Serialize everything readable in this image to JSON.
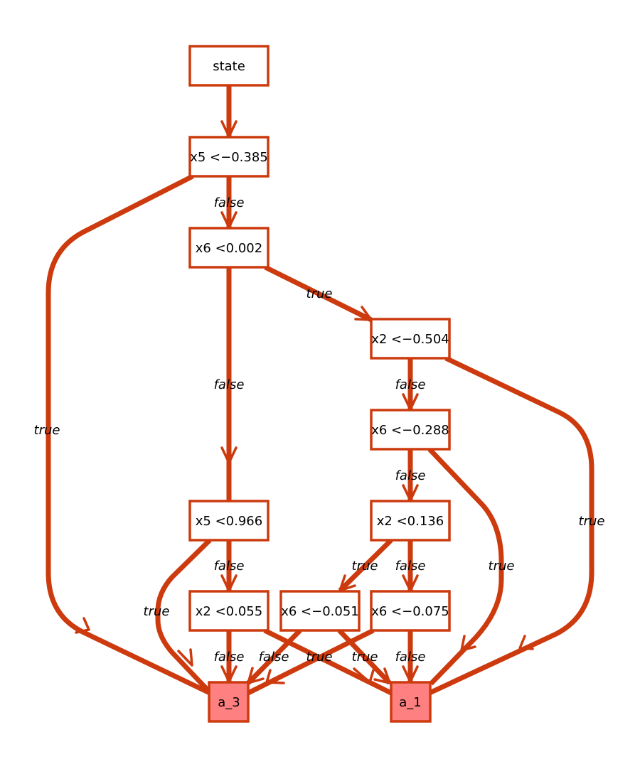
{
  "colors": {
    "edge": "#cc3a0e",
    "node_fill": "#ffffff",
    "leaf_fill": "#ff8080"
  },
  "nodes": {
    "state": {
      "label": "state"
    },
    "n1": {
      "label": "x5 <−0.385"
    },
    "n2": {
      "label": "x6 <0.002"
    },
    "n3": {
      "label": "x2 <−0.504"
    },
    "n4": {
      "label": "x6 <−0.288"
    },
    "n5": {
      "label": "x2 <0.136"
    },
    "n6": {
      "label": "x5 <0.966"
    },
    "n7": {
      "label": "x2 <0.055"
    },
    "n8": {
      "label": "x6 <−0.051"
    },
    "n9": {
      "label": "x6 <−0.075"
    },
    "a3": {
      "label": "a_3"
    },
    "a1": {
      "label": "a_1"
    }
  },
  "edges": {
    "state_n1": {
      "label": ""
    },
    "n1_n2": {
      "label": "false"
    },
    "n1_a3": {
      "label": "true"
    },
    "n2_n6": {
      "label": "false"
    },
    "n2_n3": {
      "label": "true"
    },
    "n3_n4": {
      "label": "false"
    },
    "n3_a1": {
      "label": "true"
    },
    "n4_n5": {
      "label": "false"
    },
    "n4_a1": {
      "label": "true"
    },
    "n5_n8": {
      "label": "true"
    },
    "n5_n9": {
      "label": "false"
    },
    "n6_n7": {
      "label": "false"
    },
    "n6_a3": {
      "label": "true"
    },
    "n7_a3": {
      "label": "false"
    },
    "n7_a1": {
      "label": "true"
    },
    "n8_a3": {
      "label": "false"
    },
    "n8_a1": {
      "label": "true"
    },
    "n9_a3": {
      "label": "true"
    },
    "n9_a1": {
      "label": "false"
    }
  }
}
